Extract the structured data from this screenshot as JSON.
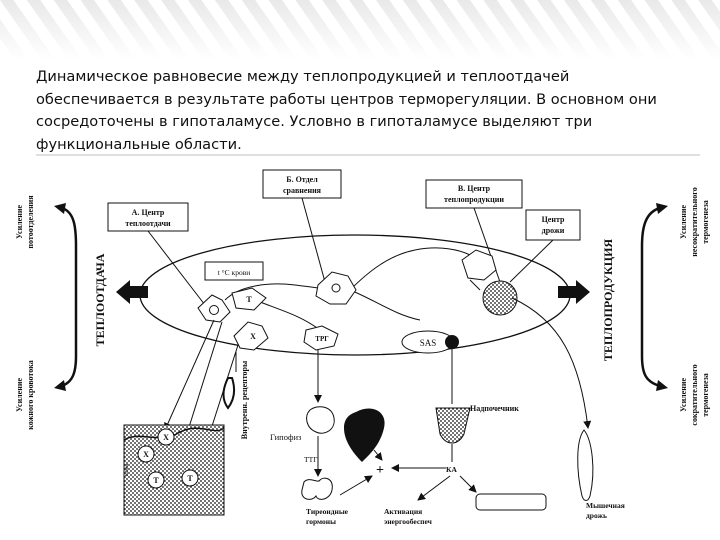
{
  "intro_text": "Динамическое равновесие между теплопродукцией и теплоотдачей обеспечивается в результате работы центров терморегуляции. В основном они сосредоточены в гипоталамусе. Условно в гипоталамусе выделяют три функциональные области.",
  "boxes": {
    "a_line1": "А. Центр",
    "a_line2": "теплоотдачи",
    "b_line1": "Б. Отдел",
    "b_line2": "сравнения",
    "v_line1": "В. Центр",
    "v_line2": "теплопродукции",
    "shiver_line1": "Центр",
    "shiver_line2": "дрожи",
    "blood_temp": "t °C крови"
  },
  "neurons": {
    "t": "Т",
    "x": "Х",
    "trg": "ТРГ",
    "sas": "SAS"
  },
  "side_labels": {
    "heat_loss": "ТЕПЛООТДАЧА",
    "heat_production": "ТЕПЛОПРОДУКЦИЯ",
    "sweat_line1": "Усиление",
    "sweat_line2": "потоотделения",
    "blood_line1": "Усиление",
    "blood_line2": "кожного кровотока",
    "noncontr_line1": "Усиление",
    "noncontr_line2": "несократительного",
    "noncontr_line3": "термогенеза",
    "contr_line1": "Усиление",
    "contr_line2": "сократительного",
    "contr_line3": "термогенеза"
  },
  "lower": {
    "internal_receptors": "Внутренн. рецепторы",
    "skin": "кожа",
    "pituitary": "Гипофиз",
    "ttg": "ТТГ",
    "adrenal": "Надпочечник",
    "ka": "КА",
    "plus": "+",
    "thyroid_line1": "Тиреоидные",
    "thyroid_line2": "гормоны",
    "activation_line1": "Активация",
    "activation_line2": "энергообеспеч",
    "shiver_line1": "Мышечная",
    "shiver_line2": "дрожь",
    "skin_x": "Х",
    "skin_t": "Т"
  },
  "colors": {
    "stripe_light": "#e6e6e6",
    "ink": "#111111"
  }
}
